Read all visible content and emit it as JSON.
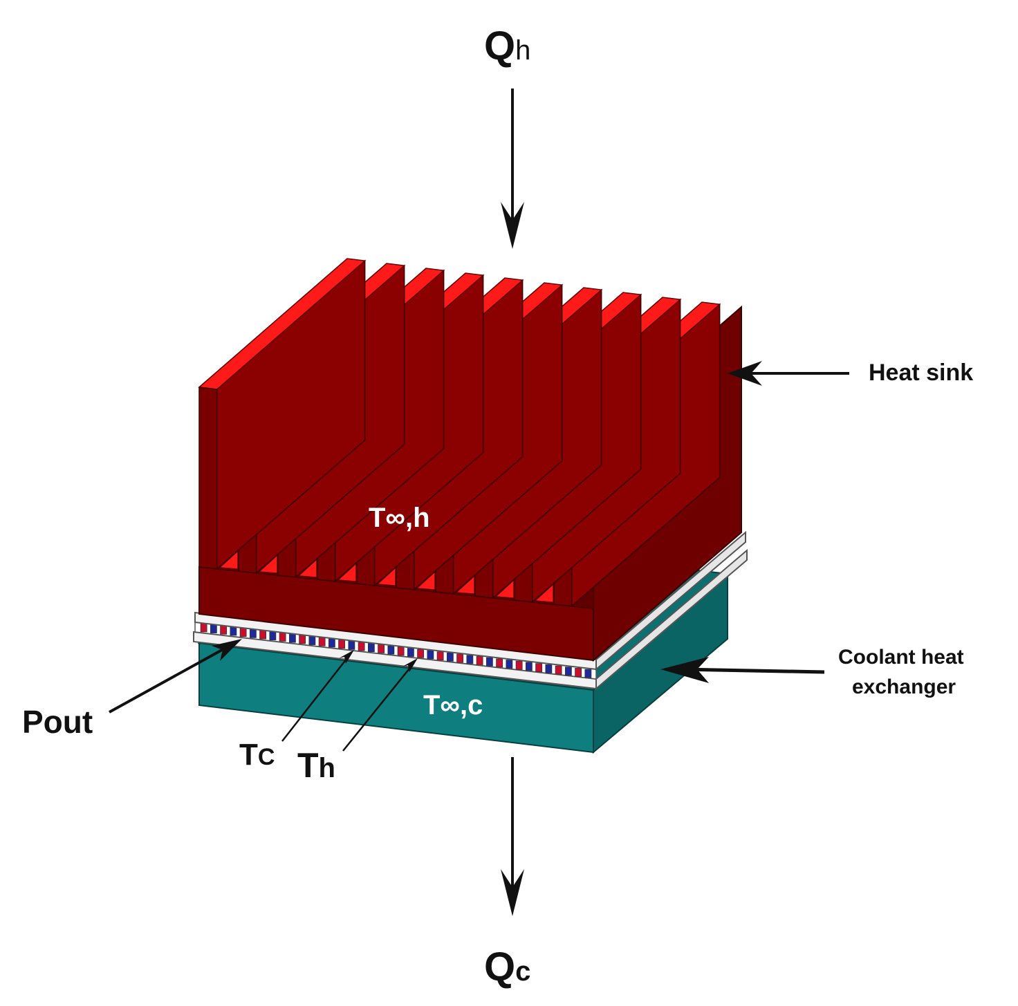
{
  "labels": {
    "q_hot": {
      "main": "Q",
      "sub": "h"
    },
    "q_cold": {
      "main": "Q",
      "sub": "c"
    },
    "t_inf_hot": "T∞,h",
    "t_inf_cold": "T∞,c",
    "heat_sink": "Heat sink",
    "coolant_line1": "Coolant heat",
    "coolant_line2": "exchanger",
    "pout": "Pout",
    "t_cold_junction": {
      "main": "T",
      "sub": "C"
    },
    "t_hot_junction": {
      "main": "T",
      "sub": "h"
    }
  },
  "colors": {
    "fin_top": "#ff1a1a",
    "fin_side": "#8b0000",
    "fin_front": "#7a0000",
    "coolant_front": "#0f7e7e",
    "coolant_side": "#0a6464",
    "plate": "#dddddd",
    "pellet_p": "#c8102e",
    "pellet_n": "#1f2a99"
  }
}
